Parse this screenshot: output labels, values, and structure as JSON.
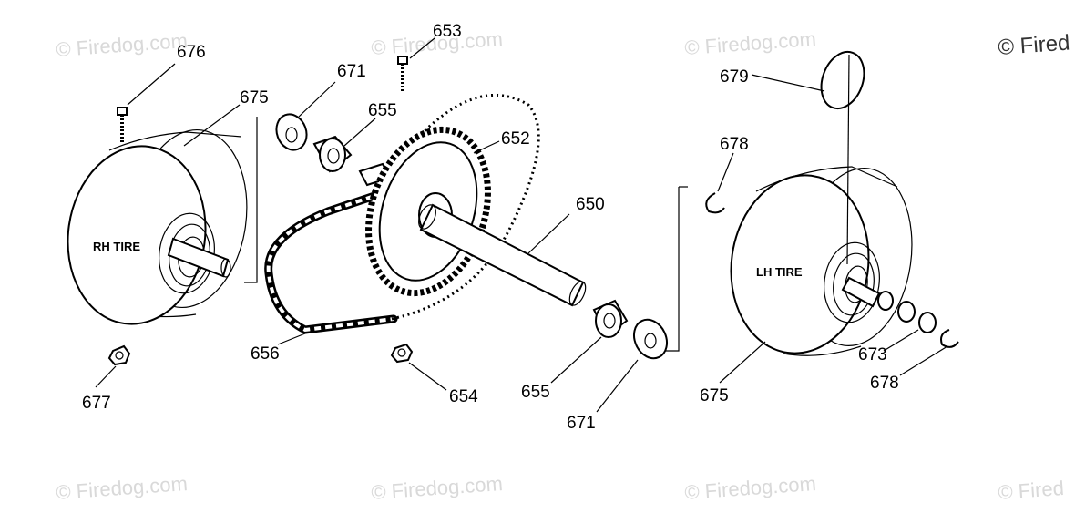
{
  "watermarks": [
    "© Firedog.com",
    "© Firedog.com",
    "© Firedog.com",
    "© Fired",
    "© Firedog.com",
    "© Firedog.com",
    "© Firedog.com",
    "© Fired"
  ],
  "tires": {
    "right": "RH TIRE",
    "left": "LH TIRE"
  },
  "parts": {
    "p676": "676",
    "p675_top": "675",
    "p671_top": "671",
    "p655_top": "655",
    "p653": "653",
    "p652": "652",
    "p650": "650",
    "p679": "679",
    "p678_top": "678",
    "p677": "677",
    "p656": "656",
    "p654": "654",
    "p655_bottom": "655",
    "p671_bottom": "671",
    "p675_bottom": "675",
    "p673": "673",
    "p678_bottom": "678"
  }
}
